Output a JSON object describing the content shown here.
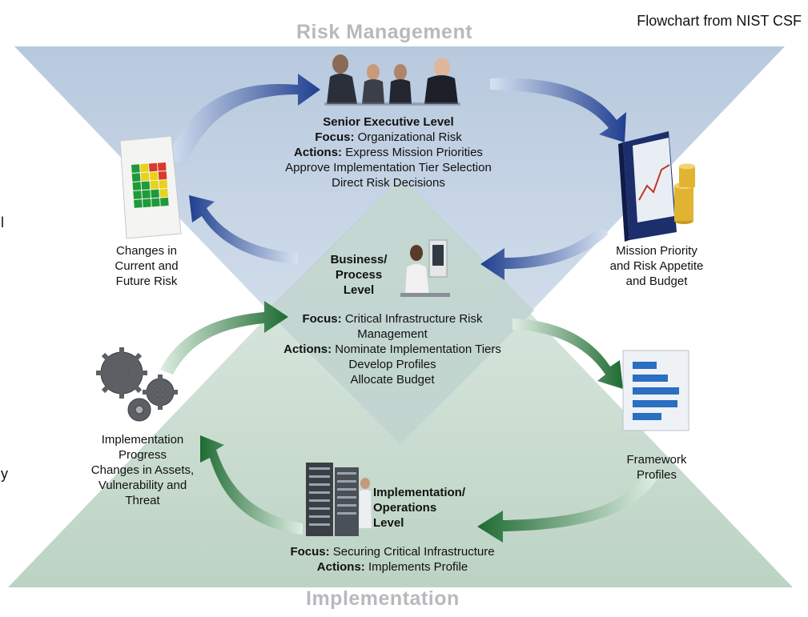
{
  "corner_note": "Flowchart from NIST CSF",
  "top_band": "Risk Management",
  "bottom_band": "Implementation",
  "side_fragments": [
    "l",
    "y"
  ],
  "senior": {
    "title": "Senior Executive Level",
    "focus_label": "Focus:",
    "focus": "Organizational Risk",
    "actions_label": "Actions:",
    "actions": "Express Mission Priorities",
    "line3": "Approve Implementation Tier Selection",
    "line4": "Direct Risk Decisions"
  },
  "business": {
    "title1": "Business/",
    "title2": "Process",
    "title3": "Level",
    "focus_label": "Focus:",
    "focus1": "Critical Infrastructure Risk",
    "focus2": "Management",
    "actions_label": "Actions:",
    "actions": "Nominate Implementation Tiers",
    "line3": "Develop Profiles",
    "line4": "Allocate Budget"
  },
  "operations": {
    "title1": "Implementation/",
    "title2": "Operations",
    "title3": "Level",
    "focus_label": "Focus:",
    "focus": "Securing Critical Infrastructure",
    "actions_label": "Actions:",
    "actions": "Implements Profile"
  },
  "changes": {
    "l1": "Changes in",
    "l2": "Current and",
    "l3": "Future Risk"
  },
  "mission": {
    "l1": "Mission Priority",
    "l2": "and Risk Appetite",
    "l3": "and Budget"
  },
  "framework": {
    "l1": "Framework",
    "l2": "Profiles"
  },
  "progress": {
    "l1": "Implementation",
    "l2": "Progress",
    "l3": "Changes in Assets,",
    "l4": "Vulnerability and",
    "l5": "Threat"
  },
  "colors": {
    "top_band": "#c9d6e6",
    "bottom_band": "#cfdfd5",
    "diamond": "#bcd0cc",
    "blue_arrow": "#1f3f8f",
    "green_arrow": "#1e6b32",
    "band_title": "#b7b9bd"
  },
  "icons": [
    "executives-group-icon",
    "binder-chart-icon",
    "heatmap-document-icon",
    "gears-icon",
    "profiles-document-icon",
    "analyst-desk-icon",
    "server-rack-icon"
  ]
}
